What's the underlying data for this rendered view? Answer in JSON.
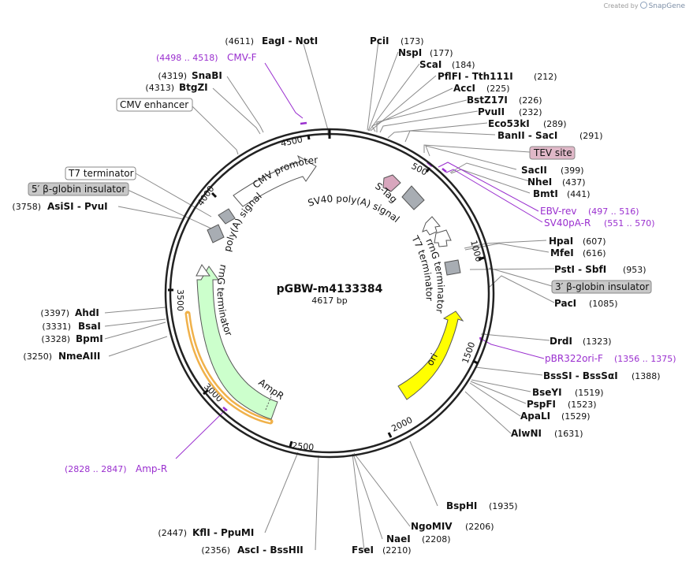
{
  "app": {
    "credit_text": "Created by",
    "credit_brand": "SnapGene"
  },
  "plasmid": {
    "name": "pGBW-m4133384",
    "length": "4617 bp"
  },
  "ticks": [
    "500",
    "1000",
    "1500",
    "2000",
    "2500",
    "3000",
    "3500",
    "4000",
    "4500"
  ],
  "sites": {
    "s1": {
      "pos": "(4611)",
      "name": "EagI  -  NotI"
    },
    "s2": {
      "pos": "(4319)",
      "name": "SnaBI"
    },
    "s3": {
      "pos": "(4313)",
      "name": "BtgZI"
    },
    "s4": {
      "pos": "(3758)",
      "name": "AsiSI  -  PvuI"
    },
    "s5": {
      "pos": "(3397)",
      "name": "AhdI"
    },
    "s6": {
      "pos": "(3331)",
      "name": "BsaI"
    },
    "s7": {
      "pos": "(3328)",
      "name": "BpmI"
    },
    "s8": {
      "pos": "(3250)",
      "name": "NmeAIII"
    },
    "s9": {
      "pos": "(2447)",
      "name": "KflI  -  PpuMI"
    },
    "s10": {
      "pos": "(2356)",
      "name": "AscI  -  BssHII"
    },
    "s11": {
      "pos": "(2210)",
      "name": "FseI"
    },
    "s12": {
      "pos": "(2208)",
      "name": "NaeI"
    },
    "s13": {
      "pos": "(2206)",
      "name": "NgoMIV"
    },
    "s14": {
      "pos": "(1935)",
      "name": "BspHI"
    },
    "s15": {
      "pos": "(1631)",
      "name": "AlwNI"
    },
    "s16": {
      "pos": "(1529)",
      "name": "ApaLI"
    },
    "s17": {
      "pos": "(1523)",
      "name": "PspFI"
    },
    "s18": {
      "pos": "(1519)",
      "name": "BseYI"
    },
    "s19": {
      "pos": "(1388)",
      "name": "BssSI  -  BssSαI"
    },
    "s20": {
      "pos": "(1323)",
      "name": "DrdI"
    },
    "s21": {
      "pos": "(1085)",
      "name": "PacI"
    },
    "s22": {
      "pos": "(953)",
      "name": "PstI  -  SbfI"
    },
    "s23": {
      "pos": "(616)",
      "name": "MfeI"
    },
    "s24": {
      "pos": "(607)",
      "name": "HpaI"
    },
    "s25": {
      "pos": "(441)",
      "name": "BmtI"
    },
    "s26": {
      "pos": "(437)",
      "name": "NheI"
    },
    "s27": {
      "pos": "(399)",
      "name": "SacII"
    },
    "s28": {
      "pos": "(291)",
      "name": "BanII  -  SacI"
    },
    "s29": {
      "pos": "(289)",
      "name": "Eco53kI"
    },
    "s30": {
      "pos": "(232)",
      "name": "PvuII"
    },
    "s31": {
      "pos": "(226)",
      "name": "BstZ17I"
    },
    "s32": {
      "pos": "(225)",
      "name": "AccI"
    },
    "s33": {
      "pos": "(212)",
      "name": "PflFI  -  Tth111I"
    },
    "s34": {
      "pos": "(184)",
      "name": "ScaI"
    },
    "s35": {
      "pos": "(177)",
      "name": "NspI"
    },
    "s36": {
      "pos": "(173)",
      "name": "PciI"
    }
  },
  "primers": {
    "cmvf": {
      "range": "(4498 .. 4518)",
      "name": "CMV-F"
    },
    "ebvrev": {
      "range": "(497 .. 516)",
      "name": "EBV-rev"
    },
    "sv40par": {
      "range": "(551 .. 570)",
      "name": "SV40pA-R"
    },
    "pbr322": {
      "range": "(1356 .. 1375)",
      "name": "pBR322ori-F"
    },
    "ampr": {
      "range": "(2828 .. 2847)",
      "name": "Amp-R"
    }
  },
  "feature_boxes": {
    "cmv_enhancer": "CMV enhancer",
    "t7_terminator": "T7 terminator",
    "beta_globin_5": "5′ β-globin insulator",
    "tev_site": "TEV site",
    "beta_globin_3": "3′ β-globin insulator"
  },
  "features": {
    "cmv_promoter": "CMV promoter",
    "sv40_polya": "SV40 poly(A) signal",
    "polya_signal": "poly(A) signal",
    "stag": "S-Tag",
    "rrng_term_right": "rrnG terminator",
    "t7_term_right": "T7 terminator",
    "rrng_term_left": "rrnG terminator",
    "ori": "ori",
    "ampr": "AmpR"
  },
  "colors": {
    "backbone": "#222222",
    "primer": "#9a2fcf",
    "ori": "#ffff00",
    "ampr": "#ccffcc",
    "amp_highlight": "#f0b14a",
    "tev_fill": "#e0b8c8",
    "insulator_fill": "#c8c8c8",
    "marker_fill": "#a8adb3"
  }
}
